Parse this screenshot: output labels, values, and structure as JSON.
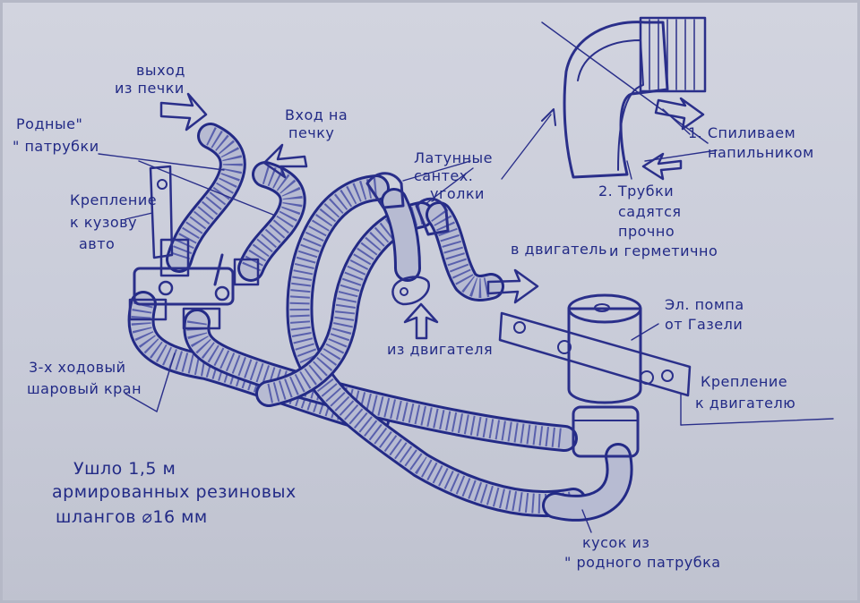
{
  "labels": {
    "heater_out_1": "выход",
    "heater_out_2": "из печки",
    "heater_in_1": "Вход на",
    "heater_in_2": "печку",
    "native_1": "Родные\"",
    "native_2": "\" патрубки",
    "mount_body_1": "Крепление",
    "mount_body_2": "к кузову",
    "mount_body_3": "авто",
    "brass_1": "Латунные",
    "brass_2": "сантех.",
    "brass_3": "уголки",
    "to_engine": "в двигатель",
    "from_engine": "из двигателя",
    "step1_1": "1. Спиливаем",
    "step1_2": "напильником",
    "step2_1": "2. Трубки",
    "step2_2": "садятся",
    "step2_3": "прочно",
    "step2_4": "и герметично",
    "pump_1": "Эл. помпа",
    "pump_2": "от Газели",
    "mount_engine_1": "Крепление",
    "mount_engine_2": "к двигателю",
    "valve_1": "3-х ходовый",
    "valve_2": "шаровый кран",
    "note_1": "Ушло 1,5 м",
    "note_2": "армированных резиновых",
    "note_3": "шлангов ⌀16 мм",
    "piece_1": "кусок из",
    "piece_2": "\" родного патрубка"
  }
}
